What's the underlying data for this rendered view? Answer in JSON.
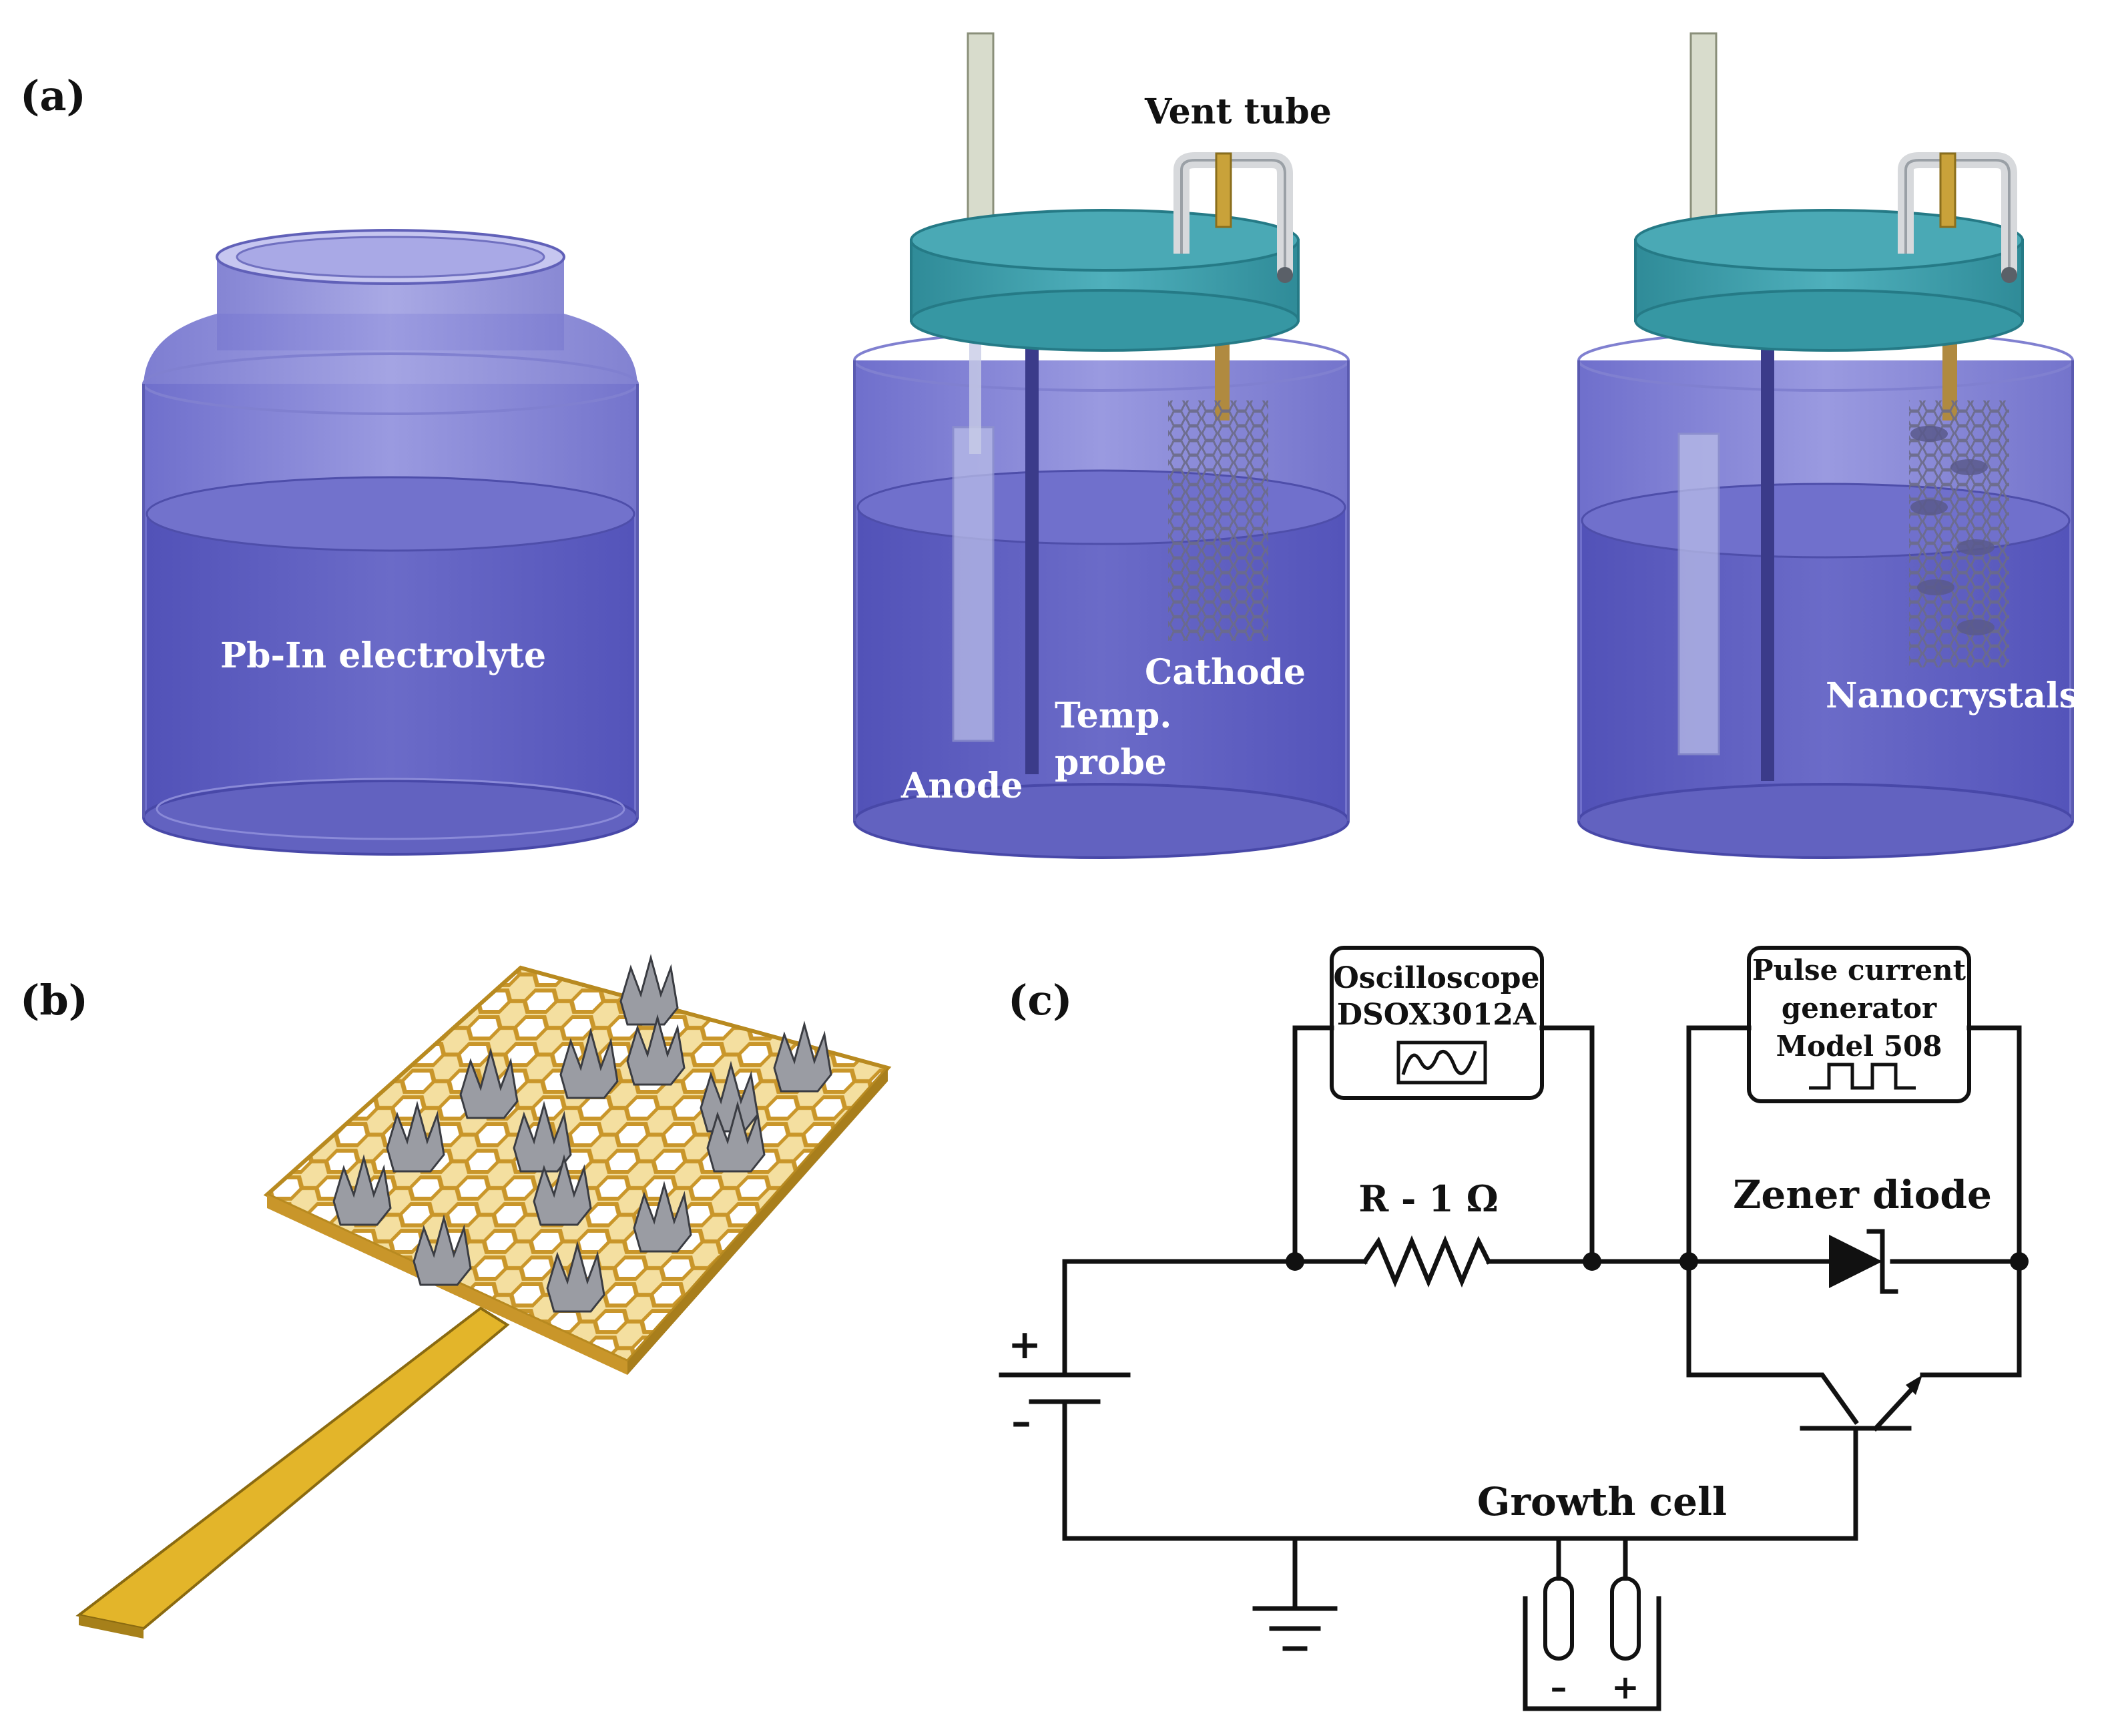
{
  "panels": {
    "a": {
      "label": "(a)"
    },
    "b": {
      "label": "(b)"
    },
    "c": {
      "label": "(c)"
    }
  },
  "jar1": {
    "electrolyte_label": "Pb-In electrolyte"
  },
  "jar2": {
    "vent_label": "Vent tube",
    "cathode_label": "Cathode",
    "temp_label_1": "Temp.",
    "temp_label_2": "probe",
    "anode_label": "Anode"
  },
  "jar3": {
    "nanocrystals_label": "Nanocrystals"
  },
  "circuit": {
    "oscilloscope_line1": "Oscilloscope",
    "oscilloscope_line2": "DSOX3012A",
    "pulse_line1": "Pulse current",
    "pulse_line2": "generator",
    "pulse_line3": "Model 508",
    "resistor_label": "R - 1 Ω",
    "zener_label": "Zener diode",
    "battery_plus": "+",
    "battery_minus": "–",
    "growth_cell_label": "Growth cell",
    "cell_minus": "–",
    "cell_plus": "+"
  },
  "colors": {
    "jar_glass": "#8f8fd8",
    "electrolyte": "#5c5cc0",
    "lid": "#3a9aa8",
    "gold": "#e3b52a",
    "wire": "#111111"
  }
}
